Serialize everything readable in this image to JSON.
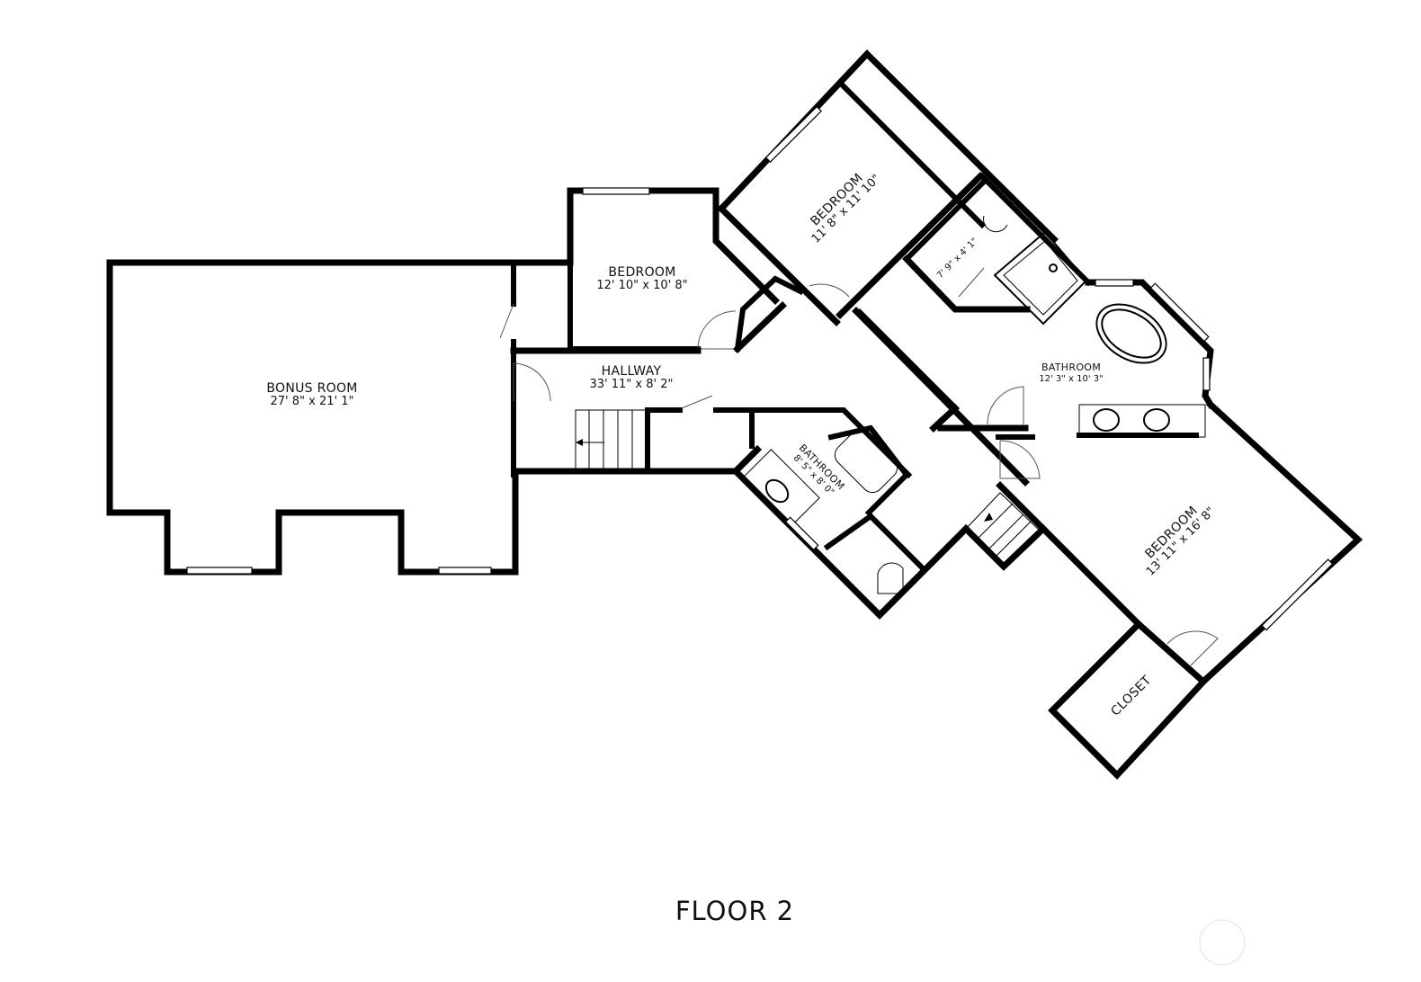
{
  "floor": {
    "title": "FLOOR 2"
  },
  "rooms": {
    "bonus_room": {
      "name": "BONUS ROOM",
      "dimensions": "27' 8\" x 21' 1\""
    },
    "bedroom_1": {
      "name": "BEDROOM",
      "dimensions": "12' 10\" x 10' 8\""
    },
    "hallway": {
      "name": "HALLWAY",
      "dimensions": "33' 11\" x 8' 2\""
    },
    "bedroom_2": {
      "name": "BEDROOM",
      "dimensions": "11' 8\" x 11' 10\""
    },
    "walk_in_closet": {
      "name": "",
      "dimensions": "7' 9\" x 4' 1\""
    },
    "primary_bathroom": {
      "name": "BATHROOM",
      "dimensions": "12' 3\" x 10' 3\""
    },
    "bathroom_2": {
      "name": "BATHROOM",
      "dimensions": "8' 5\" x 8' 0\""
    },
    "primary_bedroom": {
      "name": "BEDROOM",
      "dimensions": "13' 11\" x 16' 8\""
    },
    "closet": {
      "name": "CLOSET",
      "dimensions": ""
    }
  },
  "watermark": {
    "icon": "watermark-circle-icon"
  }
}
